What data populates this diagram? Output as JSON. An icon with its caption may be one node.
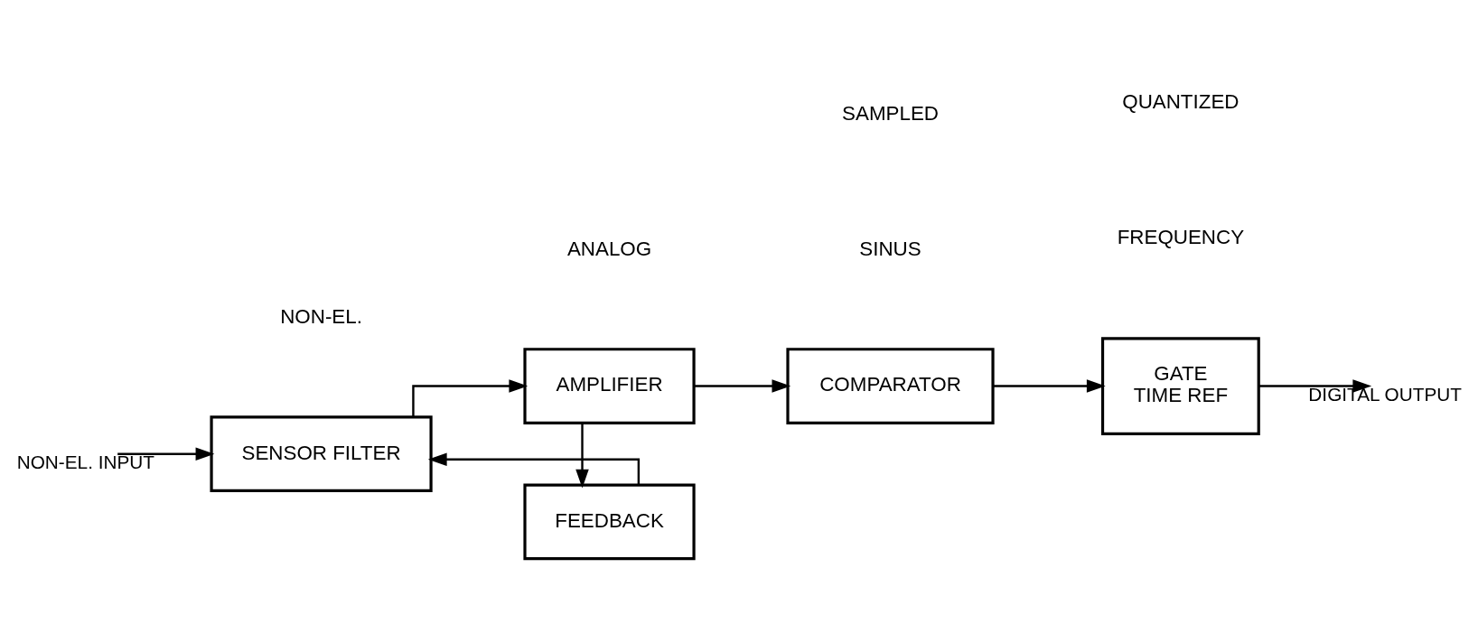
{
  "diagram": {
    "nodes": [
      {
        "text": [
          "SENSOR FILTER"
        ]
      },
      {
        "text": [
          "FEEDBACK"
        ]
      },
      {
        "text": [
          "AMPLIFIER"
        ]
      },
      {
        "text": [
          "COMPARATOR"
        ]
      },
      {
        "text": [
          "GATE",
          "TIME REF"
        ]
      }
    ],
    "edges": [
      {
        "from": null,
        "to": 0,
        "arrow": "to",
        "label": "NON-EL. INPUT"
      },
      {
        "from": 0,
        "to": 2,
        "arrow": "to"
      },
      {
        "from": 2,
        "to": 3,
        "arrow": "to"
      },
      {
        "from": 2,
        "to": 1,
        "arrow": "to"
      },
      {
        "from": 1,
        "to": 0,
        "arrow": "to"
      },
      {
        "from": 3,
        "to": 4,
        "arrow": "to"
      },
      {
        "from": 4,
        "to": null,
        "arrow": "to",
        "label": "DIGITAL OUTPUT"
      }
    ],
    "labels": [
      "SINUS",
      "FREQUENCY",
      "NON-EL.",
      "ANALOG",
      "SAMPLED",
      "QUANTIZED"
    ]
  }
}
